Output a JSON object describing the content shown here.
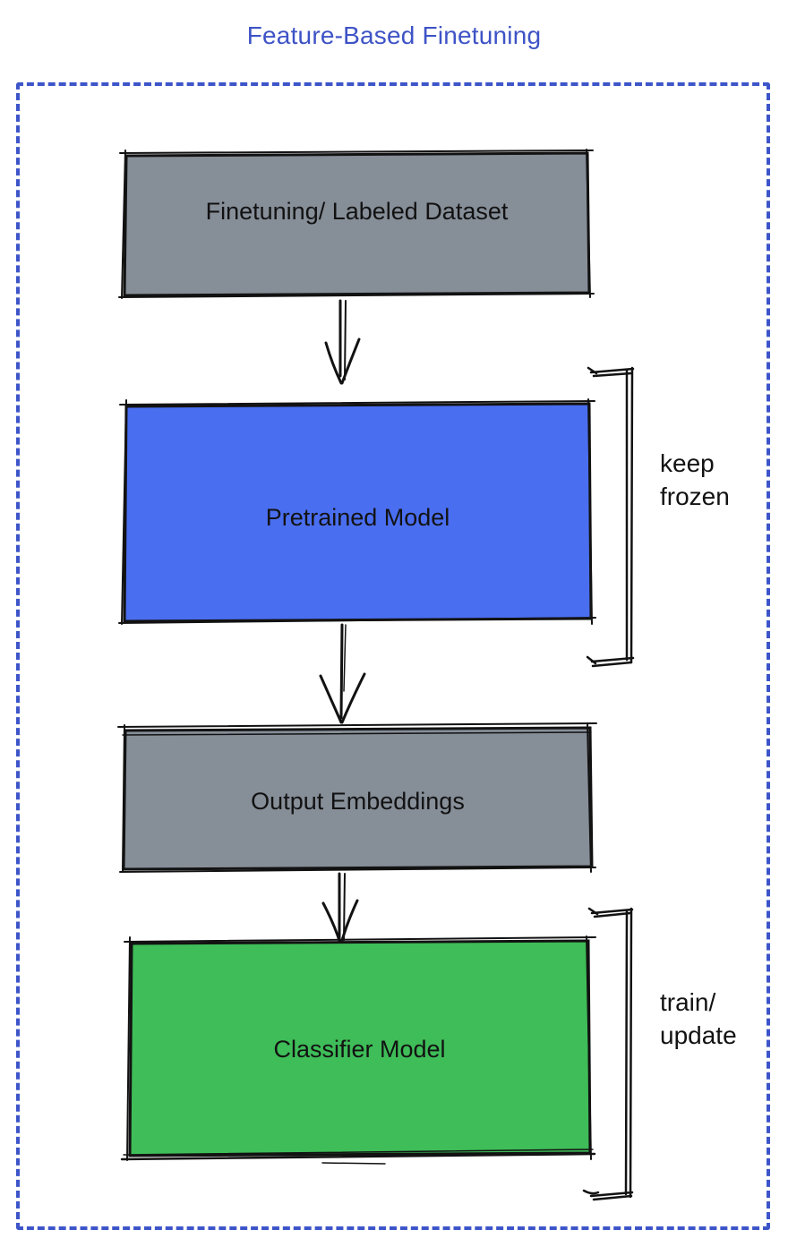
{
  "title": "Feature-Based Finetuning",
  "colors": {
    "accent_blue": "#3E53C6",
    "frame_blue": "#3D55C9",
    "gray_fill": "#868E98",
    "blue_fill": "#4A6EF0",
    "green_fill": "#3EBD58",
    "stroke": "#121212"
  },
  "boxes": {
    "dataset": {
      "label": "Finetuning/ Labeled Dataset",
      "fill": "#868E98"
    },
    "pretrained": {
      "label": "Pretrained Model",
      "fill": "#4A6EF0"
    },
    "embeddings": {
      "label": "Output Embeddings",
      "fill": "#868E98"
    },
    "classifier": {
      "label": "Classifier Model",
      "fill": "#3EBD58"
    }
  },
  "annotations": {
    "keep_frozen": {
      "line1": "keep",
      "line2": "frozen"
    },
    "train_update": {
      "line1": "train/",
      "line2": "update"
    }
  }
}
